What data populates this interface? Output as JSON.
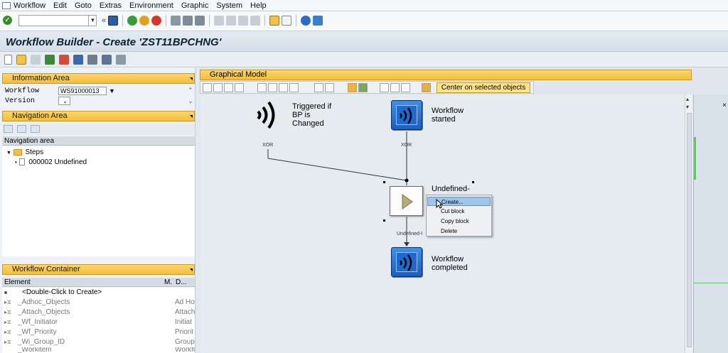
{
  "menubar": {
    "items": [
      "Workflow",
      "Edit",
      "Goto",
      "Extras",
      "Environment",
      "Graphic",
      "System",
      "Help"
    ]
  },
  "title": "Workflow Builder - Create 'ZST11BPCHNG'",
  "info_area": {
    "header": "Information Area",
    "workflow_label": "Workflow",
    "workflow_value": "WS91000013",
    "version_label": "Version"
  },
  "nav_area": {
    "header": "Navigation Area",
    "subheader": "Navigation area",
    "steps_label": "Steps",
    "step_item": "000002 Undefined"
  },
  "container": {
    "header": "Workflow Container",
    "col_element": "Element",
    "col_m": "M.",
    "col_d": "D...",
    "rows": [
      {
        "name": "<Double-Click to Create>",
        "d": ""
      },
      {
        "name": "_Adhoc_Objects",
        "d": "Ad Ho"
      },
      {
        "name": "_Attach_Objects",
        "d": "Attach"
      },
      {
        "name": "_Wf_Initiator",
        "d": "Initiat"
      },
      {
        "name": "_Wf_Priority",
        "d": "Priorit"
      },
      {
        "name": "_Wi_Group_ID",
        "d": "Group"
      },
      {
        "name": "_Workitem",
        "d": "Workfl"
      }
    ]
  },
  "graphical_model": {
    "header": "Graphical Model",
    "center_button": "Center on selected objects",
    "trigger_label_1": "Triggered if",
    "trigger_label_2": "BP is",
    "trigger_label_3": "Changed",
    "started_label_1": "Workflow",
    "started_label_2": "started",
    "undefined_label": "Undefined-",
    "undefined_small": "Undefined-I",
    "completed_label_1": "Workflow",
    "completed_label_2": "completed",
    "xor": "XOR"
  },
  "context_menu": {
    "items": [
      "Create...",
      "Cut block",
      "Copy block",
      "Delete"
    ]
  },
  "colors": {
    "accent_yellow": "#f4bd3b",
    "node_blue": "#1c5fbe",
    "selection_blue": "#9cc6ef"
  }
}
